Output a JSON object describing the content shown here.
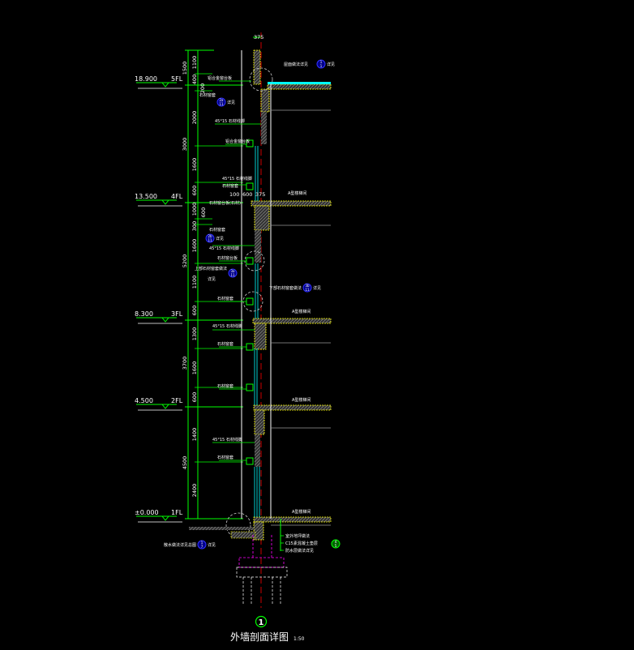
{
  "drawing": {
    "title": "外墙剖面详图",
    "scale": "1:50",
    "section_number": "1",
    "top_dimension": "375",
    "colors": {
      "background": "#000000",
      "dimension": "#00ff00",
      "wall": "#ffffff",
      "hatch": "#ffff00",
      "glass": "#00ffff",
      "axis": "#ff0000",
      "foundation": "#ff00ff",
      "callout": "#0000ff"
    }
  },
  "levels": [
    {
      "elevation": "18.900",
      "floor": "5FL"
    },
    {
      "elevation": "13.500",
      "floor": "4FL"
    },
    {
      "elevation": "8.300",
      "floor": "3FL"
    },
    {
      "elevation": "4.500",
      "floor": "2FL"
    },
    {
      "elevation": "±0.000",
      "floor": "1FL"
    }
  ],
  "overall_dimensions": [
    "1500",
    "3000",
    "5200",
    "3700",
    "4500"
  ],
  "detail_dimensions": [
    "1100",
    "400",
    "200",
    "2000",
    "1600",
    "600",
    "1000",
    "600",
    "300",
    "1600",
    "1100",
    "600",
    "1300",
    "1600",
    "600",
    "1400",
    "2400"
  ],
  "small_dimensions": [
    "100",
    "600",
    "375"
  ],
  "room_labels": [
    "A型楼梯间",
    "A型楼梯间",
    "A型楼梯间",
    "A型楼梯间"
  ],
  "annotations": [
    "铝合金窗台板",
    "45°15 石材线脚",
    "铝合金窗台板",
    "45°15 石材线脚",
    "石材窗套",
    "石材窗台板(石材)",
    "45°15 石材线脚",
    "石材窗台板",
    "石材窗套",
    "石材窗套",
    "上部石材窗套做法",
    "下部石材窗套做法",
    "石材窗套",
    "45°15 石材线脚",
    "石材窗套",
    "石材窗套",
    "45°15 石材线脚",
    "石材窗套",
    "散水做法详见总图",
    "室外地坪做法",
    "C15素混凝土垫层",
    "防水层做法详见",
    "屋面做法详见"
  ],
  "callouts": [
    {
      "num": "1",
      "sheet": "1",
      "label": "详见"
    },
    {
      "num": "2a",
      "sheet": "11",
      "label": "详见"
    },
    {
      "num": "2b",
      "sheet": "11",
      "label": "详见"
    },
    {
      "num": "3a",
      "sheet": "11",
      "label": "详见"
    },
    {
      "num": "3b",
      "sheet": "11",
      "label": "详见"
    },
    {
      "num": "1",
      "sheet": "7",
      "label": "详见"
    },
    {
      "num": "4",
      "sheet": "5",
      "label": ""
    }
  ]
}
